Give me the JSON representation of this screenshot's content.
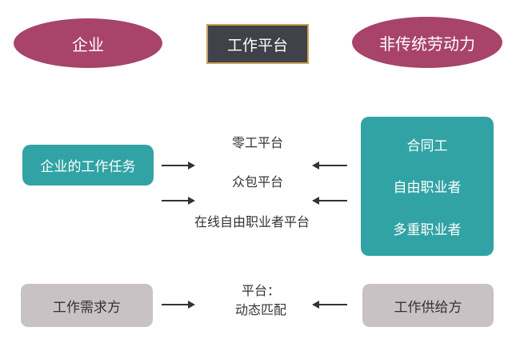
{
  "top": {
    "enterprise": "企业",
    "platform": "工作平台",
    "nontraditional_labor": "非传统劳动力"
  },
  "middle": {
    "enterprise_tasks": "企业的工作任务",
    "platforms": [
      "零工平台",
      "众包平台",
      "在线自由职业者平台"
    ],
    "workers": [
      "合同工",
      "自由职业者",
      "多重职业者"
    ]
  },
  "bottom": {
    "demand": "工作需求方",
    "platform_line1": "平台：",
    "platform_line2": "动态匹配",
    "supply": "工作供给方"
  },
  "colors": {
    "ellipse": "#a8436a",
    "title_box": "#3f4248",
    "title_border": "#c9a15a",
    "teal": "#31a3a4",
    "gray": "#c9c2c4"
  }
}
